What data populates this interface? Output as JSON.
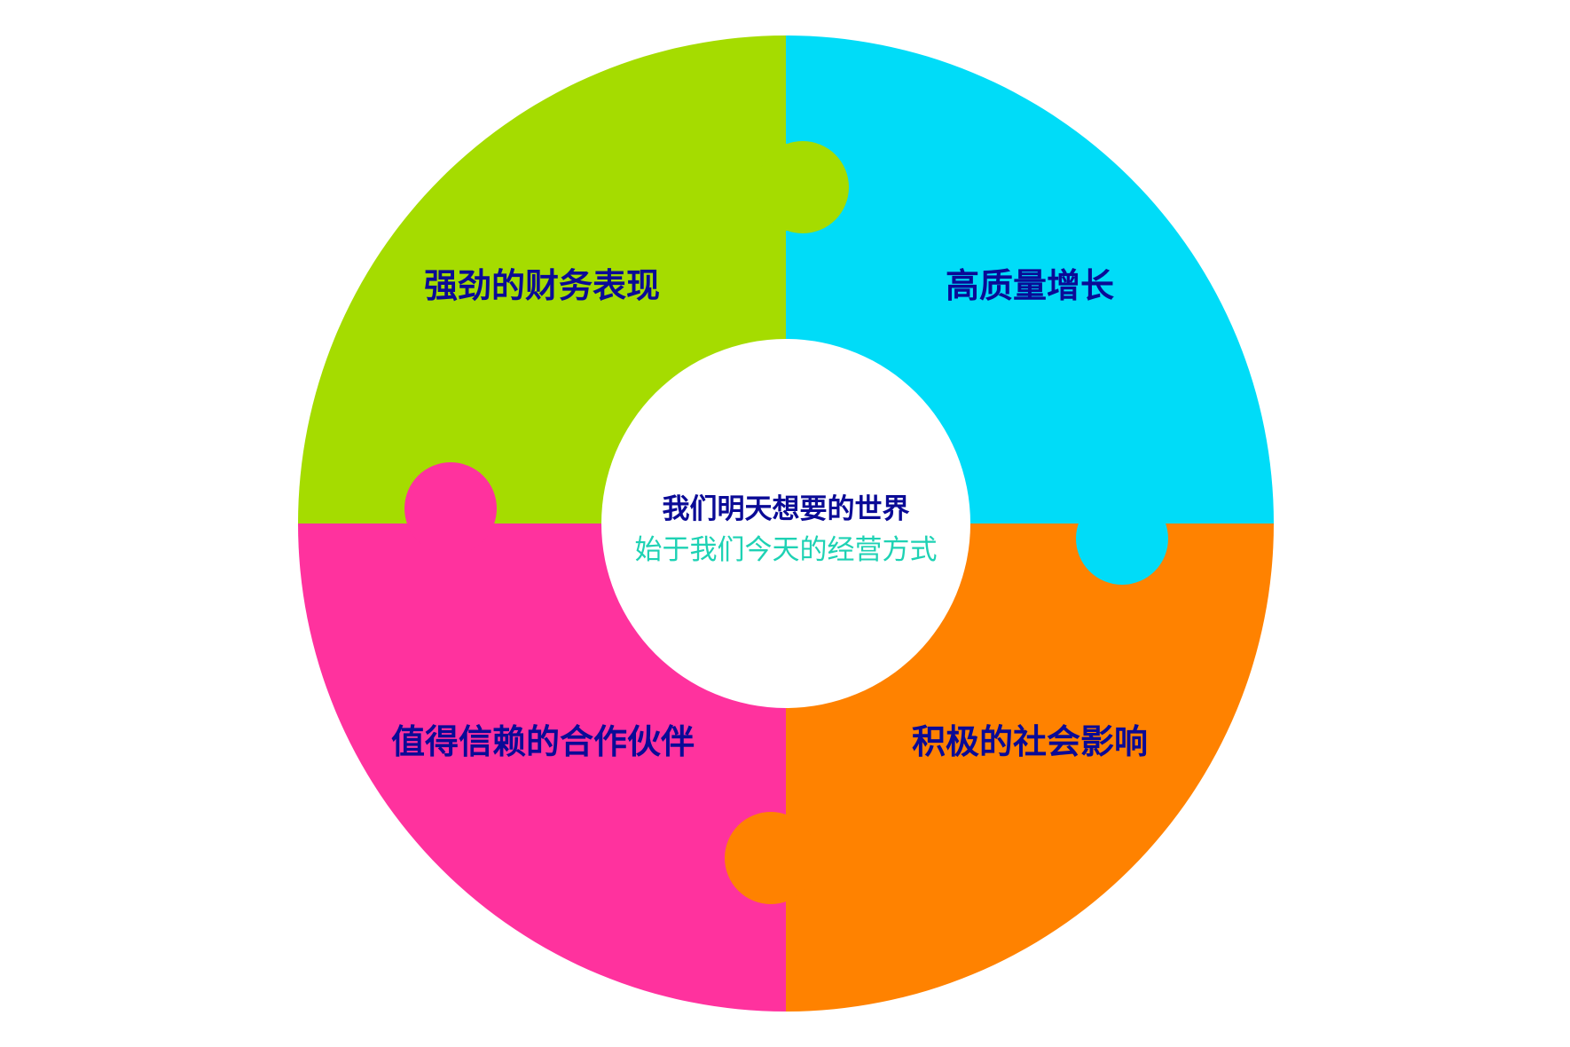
{
  "diagram": {
    "type": "puzzle-ring",
    "center": {
      "line1": "我们明天想要的世界",
      "line2": "始于我们今天的经营方式",
      "line1_color": "#0A0A96",
      "line2_color": "#1ED2B4"
    },
    "pieces": [
      {
        "position": "top-left",
        "label": "强劲的财务表现",
        "color": "#A5DC00",
        "text_color": "#0A0A96"
      },
      {
        "position": "top-right",
        "label": "高质量增长",
        "color": "#00DCF8",
        "text_color": "#0A0A96"
      },
      {
        "position": "bottom-left",
        "label": "值得信赖的合作伙伴",
        "color": "#FF329E",
        "text_color": "#0A0A96"
      },
      {
        "position": "bottom-right",
        "label": "积极的社会影响",
        "color": "#FF8200",
        "text_color": "#0A0A96"
      }
    ]
  }
}
